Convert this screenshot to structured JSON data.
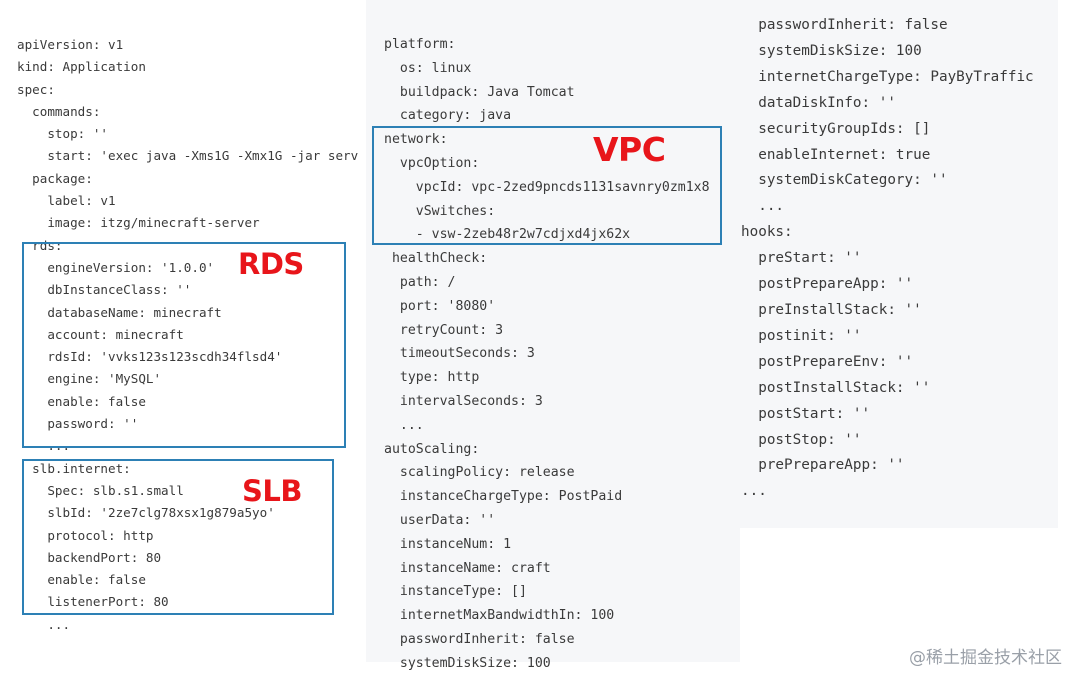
{
  "columns": {
    "left": [
      "apiVersion: v1",
      "kind: Application",
      "spec:",
      "  commands:",
      "    stop: ''",
      "    start: 'exec java -Xms1G -Xmx1G -jar serv",
      "  package:",
      "    label: v1",
      "    image: itzg/minecraft-server",
      "  rds:",
      "    engineVersion: '1.0.0'",
      "    dbInstanceClass: ''",
      "    databaseName: minecraft",
      "    account: minecraft",
      "    rdsId: 'vvks123s123scdh34flsd4'",
      "    engine: 'MySQL'",
      "    enable: false",
      "    password: ''",
      "    ...",
      "  slb.internet:",
      "    Spec: slb.s1.small",
      "    slbId: '2ze7clg78xsx1g879a5yo'",
      "    protocol: http",
      "    backendPort: 80",
      "    enable: false",
      "    listenerPort: 80",
      "    ..."
    ],
    "middle": [
      "platform:",
      "  os: linux",
      "  buildpack: Java Tomcat",
      "  category: java",
      "network:",
      "  vpcOption:",
      "    vpcId: vpc-2zed9pncds1131savnry0zm1x8",
      "    vSwitches:",
      "    - vsw-2zeb48r2w7cdjxd4jx62x",
      " healthCheck:",
      "  path: /",
      "  port: '8080'",
      "  retryCount: 3",
      "  timeoutSeconds: 3",
      "  type: http",
      "  intervalSeconds: 3",
      "  ...",
      "autoScaling:",
      "  scalingPolicy: release",
      "  instanceChargeType: PostPaid",
      "  userData: ''",
      "  instanceNum: 1",
      "  instanceName: craft",
      "  instanceType: []",
      "  internetMaxBandwidthIn: 100",
      "  passwordInherit: false",
      "  systemDiskSize: 100"
    ],
    "right": [
      "  passwordInherit: false",
      "  systemDiskSize: 100",
      "  internetChargeType: PayByTraffic",
      "  dataDiskInfo: ''",
      "  securityGroupIds: []",
      "  enableInternet: true",
      "  systemDiskCategory: ''",
      "  ...",
      "hooks:",
      "  preStart: ''",
      "  postPrepareApp: ''",
      "  preInstallStack: ''",
      "  postinit: ''",
      "  postPrepareEnv: ''",
      "  postInstallStack: ''",
      "  postStart: ''",
      "  postStop: ''",
      "  prePrepareApp: ''",
      "..."
    ]
  },
  "annotations": {
    "rds": "RDS",
    "slb": "SLB",
    "vpc": "VPC"
  },
  "watermark": "@稀土掘金技术社区",
  "colors": {
    "box_border": "#2d80b5",
    "label_red": "#e8151a",
    "panel_bg": "#f6f7f9",
    "text": "#3a3a3a"
  }
}
